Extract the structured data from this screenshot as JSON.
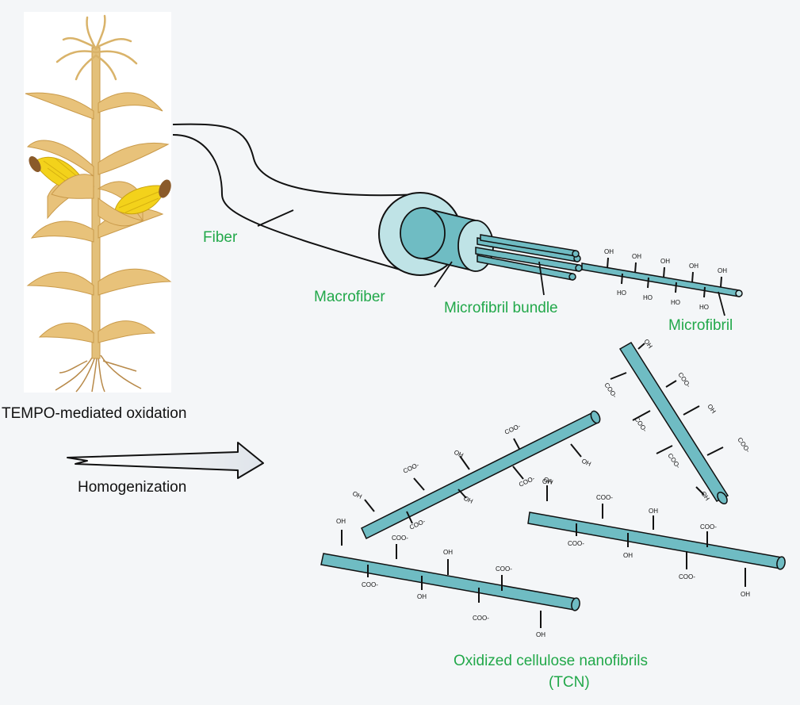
{
  "labels": {
    "fiber": "Fiber",
    "macrofiber": "Macrofiber",
    "microfibril_bundle": "Microfibril bundle",
    "microfibril": "Microfibril",
    "tempo": "TEMPO-mediated oxidation",
    "homogenization": "Homogenization",
    "product_line1": "Oxidized cellulose nanofibrils",
    "product_line2": "(TCN)"
  },
  "groups": {
    "oh": "OH",
    "ho": "HO",
    "coo": "COO-"
  },
  "colors": {
    "label_green": "#22a84a",
    "fibril_fill": "#6fbcc3",
    "fibril_light": "#bfe3e6",
    "stalk": "#e3c07a",
    "corn": "#f3d21b"
  },
  "icons": {
    "plant": "corn-plant-icon",
    "arrow": "process-arrow-icon"
  }
}
